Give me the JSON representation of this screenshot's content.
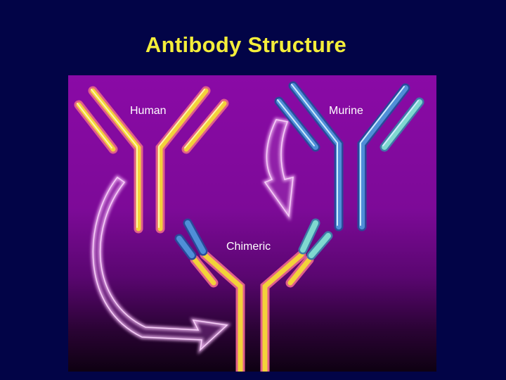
{
  "title": "Antibody Structure",
  "labels": {
    "human": "Human",
    "murine": "Murine",
    "chimeric": "Chimeric"
  },
  "colors": {
    "background": "#020447",
    "title": "#f4ee3a",
    "panel": "#8a0aa6",
    "human_chain": "#f3d23a",
    "human_chain_edge": "#e0608a",
    "murine_chain": "#4f8fd8",
    "murine_chain_light": "#7fd9d0",
    "arrow_outline": "#f2b6f4"
  }
}
